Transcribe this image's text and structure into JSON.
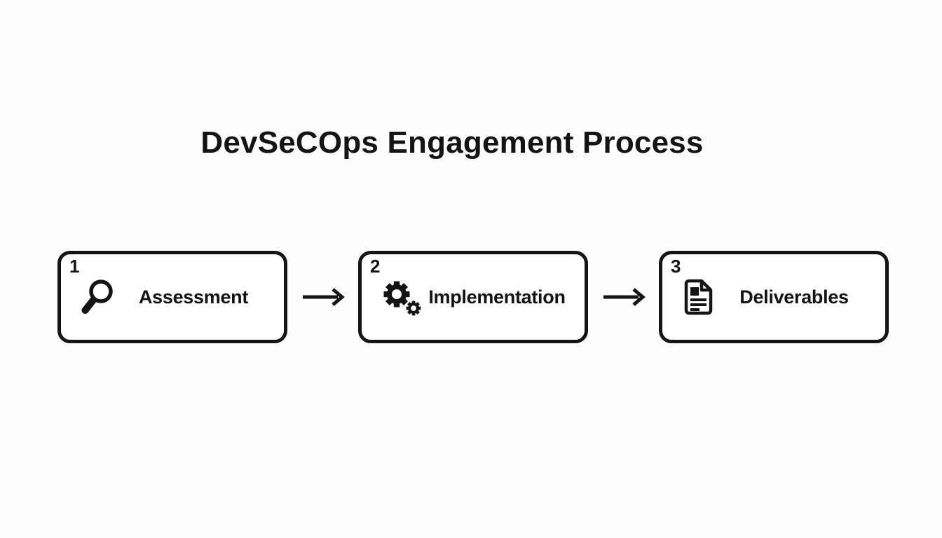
{
  "title": "DevSeCOps Engagement Process",
  "flow": {
    "steps": [
      {
        "number": "1",
        "label": "Assessment",
        "icon": "magnifier-icon"
      },
      {
        "number": "2",
        "label": "Implementation",
        "icon": "gears-icon"
      },
      {
        "number": "3",
        "label": "Deliverables",
        "icon": "document-icon"
      }
    ],
    "connector_icon": "arrow-right-icon"
  },
  "colors": {
    "background": "#fdfdfd",
    "box_background": "#ffffff",
    "stroke": "#141414"
  }
}
